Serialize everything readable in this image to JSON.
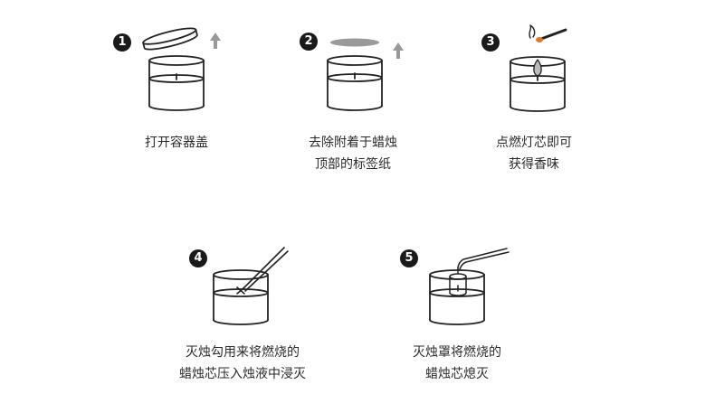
{
  "steps": [
    {
      "number": "1",
      "lines": [
        "打开容器盖"
      ]
    },
    {
      "number": "2",
      "lines": [
        "去除附着于蜡烛",
        "顶部的标签纸"
      ]
    },
    {
      "number": "3",
      "lines": [
        "点燃灯芯即可",
        "获得香味"
      ]
    },
    {
      "number": "4",
      "lines": [
        "灭烛勾用来将燃烧的",
        "蜡烛芯压入烛液中浸灭"
      ]
    },
    {
      "number": "5",
      "lines": [
        "灭烛罩将燃烧的",
        "蜡烛芯熄灭"
      ]
    }
  ],
  "colors": {
    "line": "#222222",
    "arrow": "#999999",
    "label_paper": "#9a9a9a",
    "flame": "#bbbbbb",
    "match_head": "#e07a20",
    "badge": "#1a1a1a"
  }
}
